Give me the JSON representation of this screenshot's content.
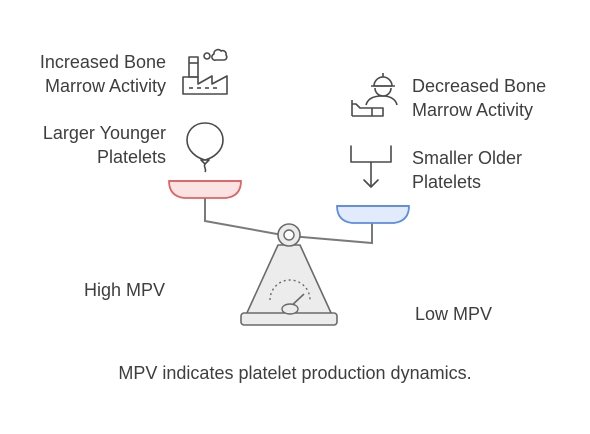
{
  "left_side": {
    "cause": [
      "Increased Bone",
      "Marrow Activity"
    ],
    "effect": [
      "Larger Younger",
      "Platelets"
    ],
    "outcome": "High MPV"
  },
  "right_side": {
    "cause": [
      "Decreased Bone",
      "Marrow Activity"
    ],
    "effect": [
      "Smaller Older",
      "Platelets"
    ],
    "outcome": "Low MPV"
  },
  "caption": "MPV indicates platelet production dynamics.",
  "icons": {
    "left_cause": "factory-icon",
    "left_effect": "balloon-icon",
    "right_cause": "worker-resting-icon",
    "right_effect": "arrow-down-icon",
    "center": "balance-scale-icon"
  },
  "colors": {
    "left_pan_fill": "#fbe3e3",
    "left_pan_stroke": "#e06363",
    "right_pan_fill": "#e1ebfb",
    "right_pan_stroke": "#5b8ce6",
    "stand_fill": "#ececec",
    "line": "#7a7a7a",
    "text": "#3e3e3e"
  }
}
